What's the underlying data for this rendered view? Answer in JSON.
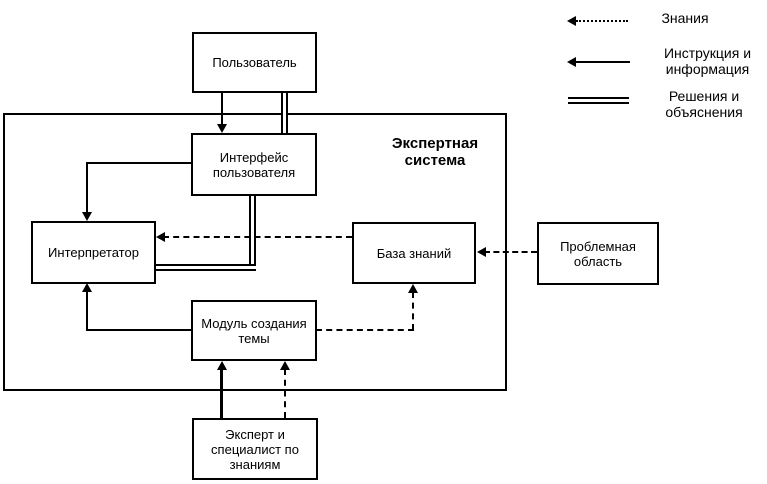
{
  "diagram_title": "Экспертная система",
  "nodes": {
    "user": "Пользователь",
    "ui": "Интерфейс пользователя",
    "interpreter": "Интерпретатор",
    "knowledge_base": "База знаний",
    "problem_area": "Проблемная область",
    "creation_module": "Модуль создания темы",
    "expert": "Эксперт и специалист по знаниям"
  },
  "legend": {
    "knowledge": "Знания",
    "instruction": "Инструкция и информация",
    "decisions": "Решения и объяснения"
  },
  "colors": {
    "line": "#000000",
    "background": "#ffffff"
  }
}
